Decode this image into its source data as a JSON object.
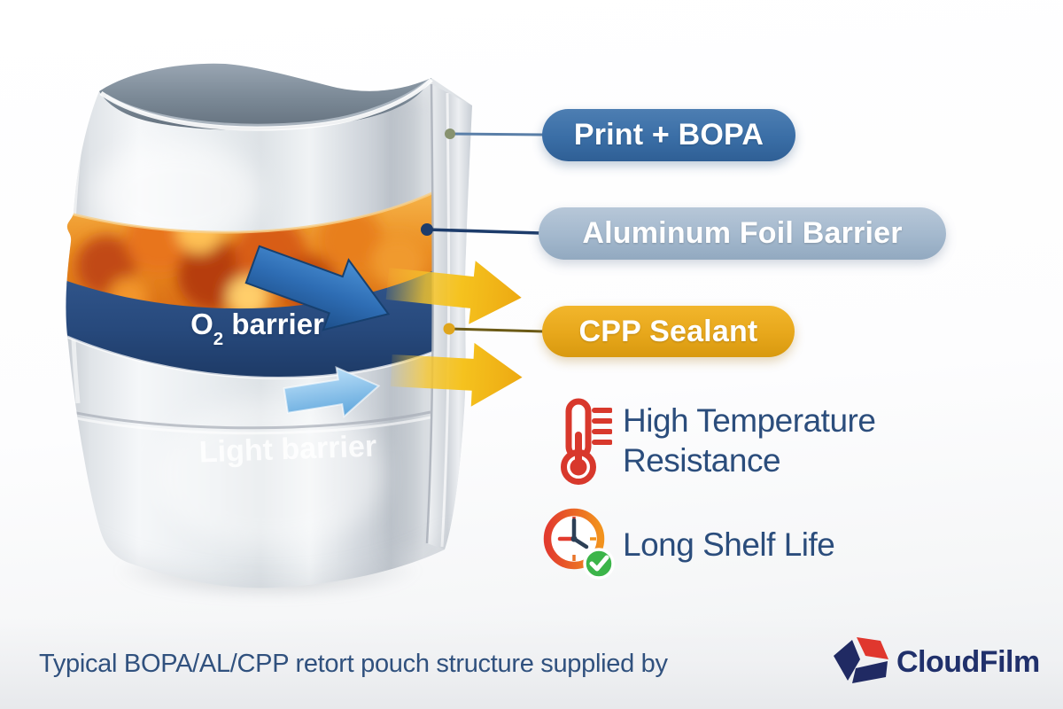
{
  "pouch": {
    "o2_label": {
      "prefix": "O",
      "sub": "2",
      "suffix": " barrier"
    },
    "light_label": "Light barrier"
  },
  "callouts": [
    {
      "label": "Print + BOPA",
      "pill_color": "#3a6ea6"
    },
    {
      "label": "Aluminum Foil Barrier",
      "pill_color": "#a3b8cd"
    },
    {
      "label": "CPP Sealant",
      "pill_color": "#e7a71b"
    }
  ],
  "features": [
    {
      "icon": "thermometer-icon",
      "line1": "High Temperature",
      "line2": "Resistance"
    },
    {
      "icon": "clock-check-icon",
      "line1": "Long Shelf Life",
      "line2": ""
    }
  ],
  "footer": {
    "caption": "Typical BOPA/AL/CPP retort pouch structure supplied by",
    "brand": "CloudFilm"
  },
  "colors": {
    "text_navy": "#2b4d7c",
    "brand_navy": "#20306b",
    "brand_red": "#e0372e",
    "band_navy": "#27497c",
    "band_orange": "#e8831f",
    "arrow_yellow": "#f2b61d",
    "arrow_blue": "#2e6db4",
    "arrow_light_blue": "#85c3ef",
    "icon_red": "#d8382c",
    "check_green": "#3cb54a"
  }
}
